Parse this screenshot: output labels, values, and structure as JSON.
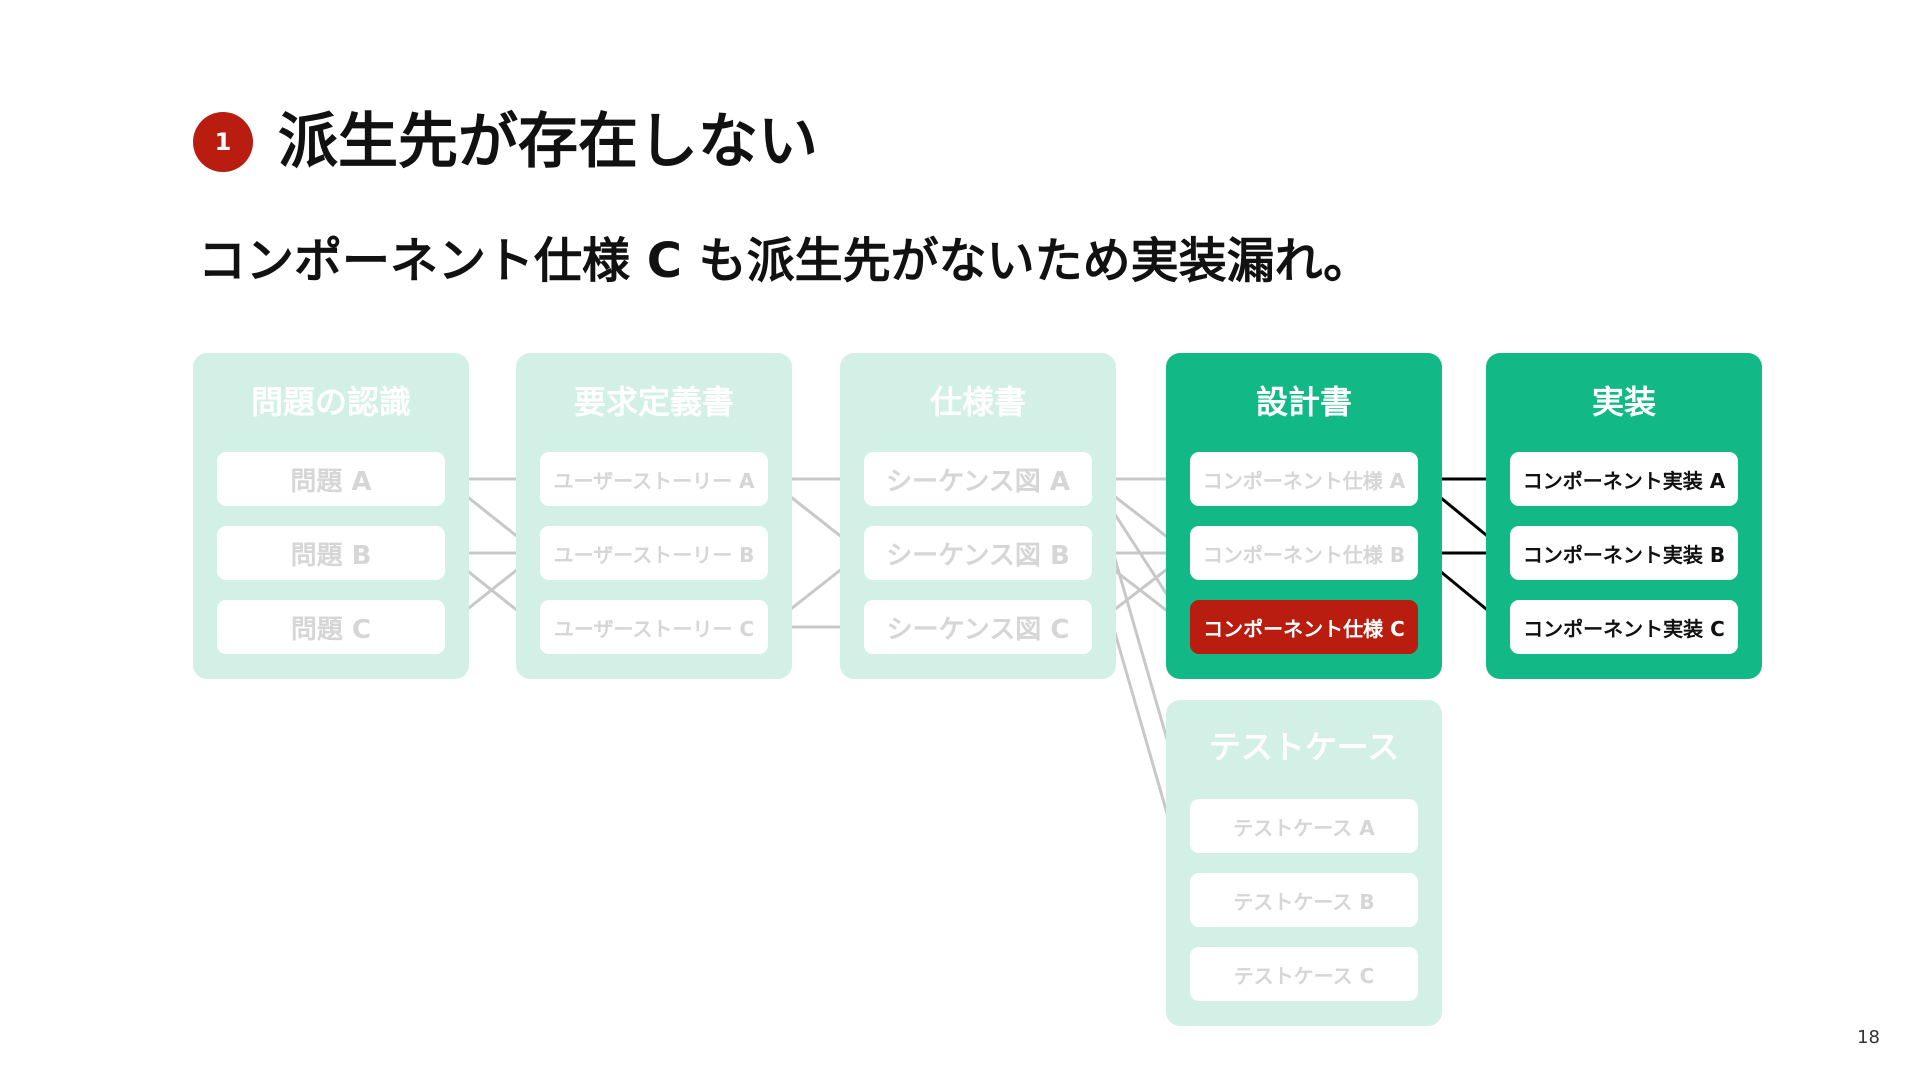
{
  "heading": {
    "number": "1",
    "title": "派生先が存在しない"
  },
  "subtitle": "コンポーネント仕様 C も派生先がないため実装漏れ。",
  "page_number": "18",
  "colors": {
    "accent_green": "#12b886",
    "faded_green": "#d3f0e6",
    "highlight_red": "#b81d0f"
  },
  "columns": {
    "problem": {
      "title": "問題の認識",
      "items": [
        "問題 A",
        "問題 B",
        "問題 C"
      ]
    },
    "requirements": {
      "title": "要求定義書",
      "items": [
        "ユーザーストーリー A",
        "ユーザーストーリー B",
        "ユーザーストーリー C"
      ]
    },
    "spec": {
      "title": "仕様書",
      "items": [
        "シーケンス図 A",
        "シーケンス図 B",
        "シーケンス図 C"
      ]
    },
    "design": {
      "title": "設計書",
      "items": [
        "コンポーネント仕様 A",
        "コンポーネント仕様 B",
        "コンポーネント仕様 C"
      ]
    },
    "implementation": {
      "title": "実装",
      "items": [
        "コンポーネント実装 A",
        "コンポーネント実装 B",
        "コンポーネント実装 C"
      ]
    },
    "testcase": {
      "title": "テストケース",
      "items": [
        "テストケース A",
        "テストケース B",
        "テストケース C"
      ]
    }
  }
}
